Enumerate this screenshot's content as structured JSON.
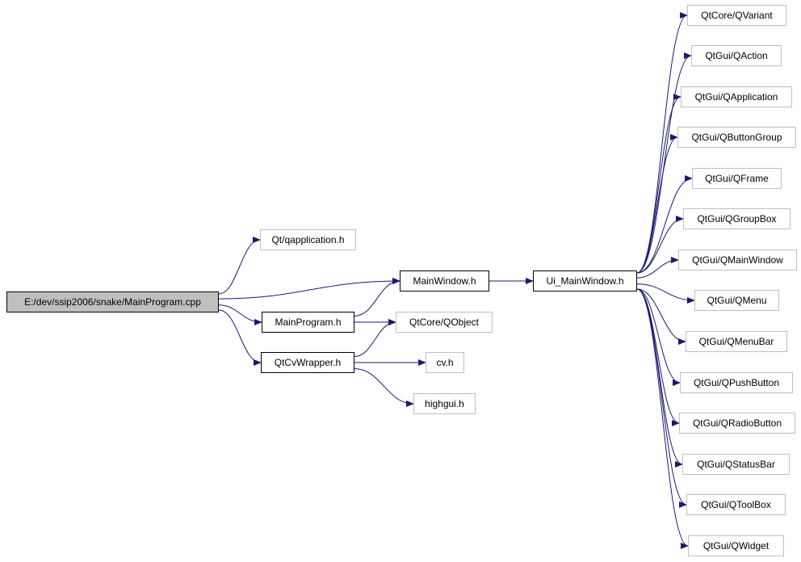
{
  "graph": {
    "edge_color": "#191970",
    "nodes": {
      "root": "E:/dev/ssip2006/snake/MainProgram.cpp",
      "qapplication": "Qt/qapplication.h",
      "mainwindow": "MainWindow.h",
      "mainprogram": "MainProgram.h",
      "qtcvwrapper": "QtCvWrapper.h",
      "qobject": "QtCore/QObject",
      "cv": "cv.h",
      "highgui": "highgui.h",
      "ui_mainwindow": "Ui_MainWindow.h",
      "qvariant": "QtCore/QVariant",
      "qaction": "QtGui/QAction",
      "qapplication2": "QtGui/QApplication",
      "qbuttongroup": "QtGui/QButtonGroup",
      "qframe": "QtGui/QFrame",
      "qgroupbox": "QtGui/QGroupBox",
      "qmainwindow": "QtGui/QMainWindow",
      "qmenu": "QtGui/QMenu",
      "qmenubar": "QtGui/QMenuBar",
      "qpushbutton": "QtGui/QPushButton",
      "qradiobutton": "QtGui/QRadioButton",
      "qstatusbar": "QtGui/QStatusBar",
      "qtoolbox": "QtGui/QToolBox",
      "qwidget": "QtGui/QWidget"
    },
    "edges": [
      [
        "root",
        "qapplication"
      ],
      [
        "root",
        "mainwindow"
      ],
      [
        "root",
        "mainprogram"
      ],
      [
        "root",
        "qtcvwrapper"
      ],
      [
        "mainprogram",
        "mainwindow"
      ],
      [
        "mainprogram",
        "qobject"
      ],
      [
        "qtcvwrapper",
        "qobject"
      ],
      [
        "qtcvwrapper",
        "cv"
      ],
      [
        "qtcvwrapper",
        "highgui"
      ],
      [
        "mainwindow",
        "ui_mainwindow"
      ],
      [
        "ui_mainwindow",
        "qvariant"
      ],
      [
        "ui_mainwindow",
        "qaction"
      ],
      [
        "ui_mainwindow",
        "qapplication2"
      ],
      [
        "ui_mainwindow",
        "qbuttongroup"
      ],
      [
        "ui_mainwindow",
        "qframe"
      ],
      [
        "ui_mainwindow",
        "qgroupbox"
      ],
      [
        "ui_mainwindow",
        "qmainwindow"
      ],
      [
        "ui_mainwindow",
        "qmenu"
      ],
      [
        "ui_mainwindow",
        "qmenubar"
      ],
      [
        "ui_mainwindow",
        "qpushbutton"
      ],
      [
        "ui_mainwindow",
        "qradiobutton"
      ],
      [
        "ui_mainwindow",
        "qstatusbar"
      ],
      [
        "ui_mainwindow",
        "qtoolbox"
      ],
      [
        "ui_mainwindow",
        "qwidget"
      ]
    ]
  }
}
